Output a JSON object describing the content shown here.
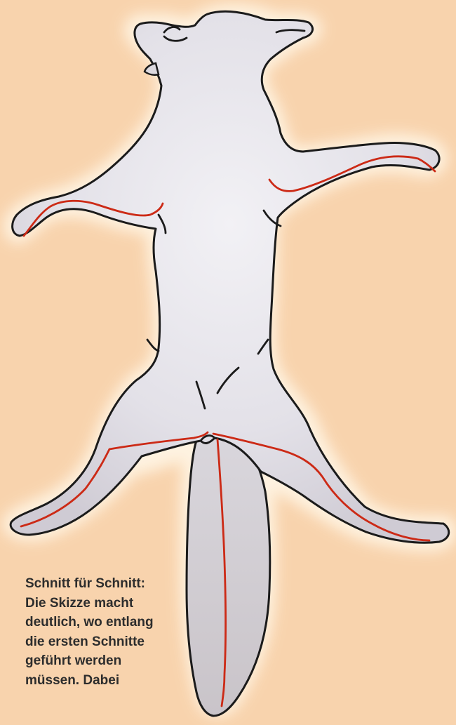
{
  "illustration": {
    "subject": "fox-pelt-skinning-sketch",
    "background_color": "#f8d3ad",
    "glow_color": "#fff6e6",
    "fur_color": "#e6e4ea",
    "outline_color": "#1b1b1b",
    "cut_line_color": "#cc2a16"
  },
  "caption": {
    "lines": [
      "Schnitt für Schnitt:",
      "Die Skizze macht",
      "deutlich, wo entlang",
      "die ersten Schnitte",
      "geführt werden",
      "müssen. Dabei"
    ]
  }
}
